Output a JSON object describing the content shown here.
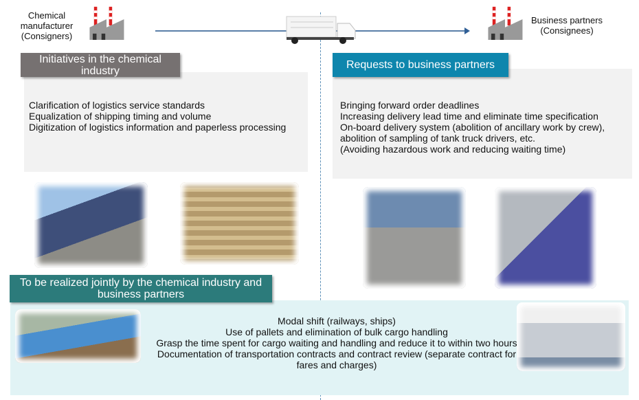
{
  "flow": {
    "left_label": "Chemical manufacturer (Consigners)",
    "right_label": "Business partners (Consignees)"
  },
  "left": {
    "heading": "Initiatives in the chemical industry",
    "items": [
      "Clarification of logistics service standards",
      "Equalization of shipping timing and volume",
      "Digitization of logistics information and paperless processing"
    ]
  },
  "right": {
    "heading": "Requests to business partners",
    "items": [
      "Bringing forward order deadlines",
      "Increasing delivery lead time and eliminate time specification",
      "On-board delivery system (abolition of ancillary work by crew), abolition of sampling of tank truck drivers, etc.",
      "(Avoiding hazardous work and reducing waiting time)"
    ]
  },
  "bottom": {
    "heading": "To be realized jointly by the chemical industry and business partners",
    "items": [
      "Modal shift (railways, ships)",
      "Use of pallets and elimination of bulk cargo handling",
      "Grasp the time spent for cargo waiting and handling and reduce it to within two hours",
      "Documentation of transportation contracts and contract review (separate contract for fares and charges)"
    ]
  },
  "colors": {
    "left_head": "#767171",
    "right_head": "#0e86ad",
    "bottom_head": "#2c7b7b",
    "bottom_panel": "#e1f3f5"
  }
}
